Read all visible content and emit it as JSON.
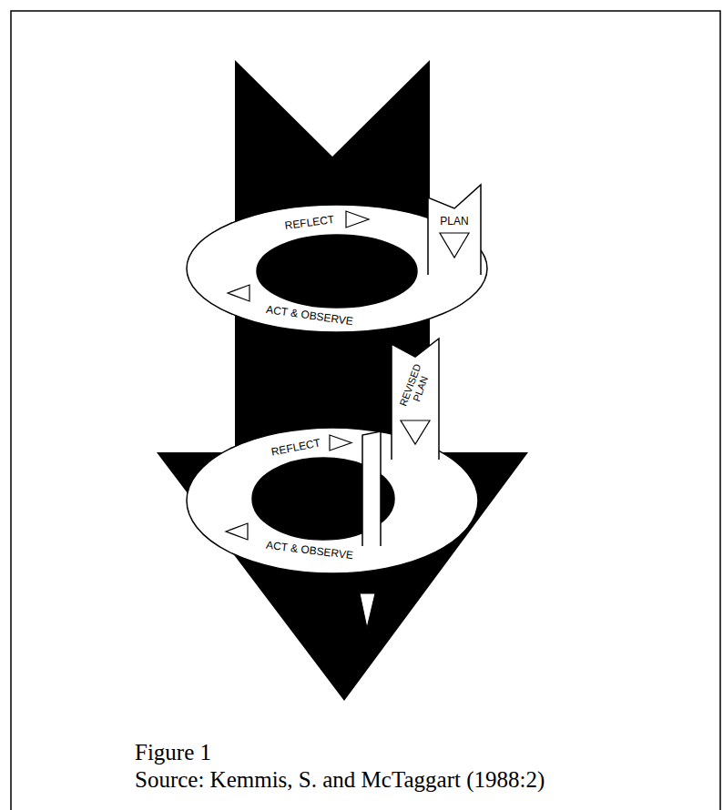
{
  "diagram": {
    "caption": "Figure 1",
    "labels": [
      "REFLECT",
      "PLAN",
      "ACT & OBSERVE",
      "REVISED PLAN",
      "REFLECT",
      "ACT & OBSERVE",
      "Source: Kemmis, S. and McTaggart (1988:2)"
    ]
  }
}
